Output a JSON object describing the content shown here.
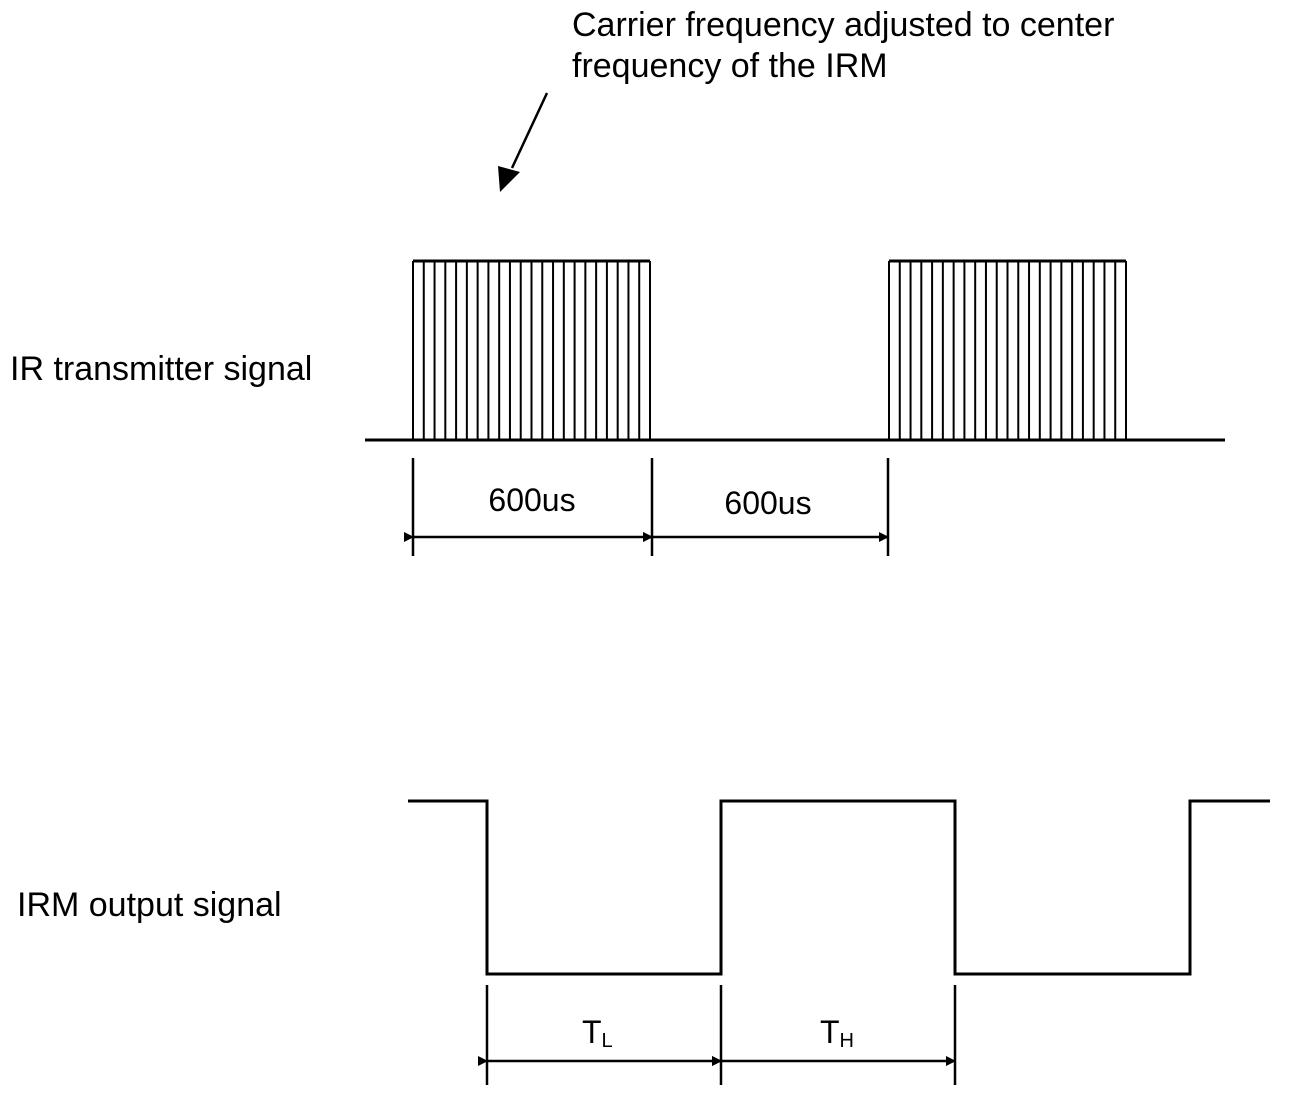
{
  "annotation": {
    "line1": "Carrier frequency adjusted to center",
    "line2": "frequency of the IRM"
  },
  "transmitter": {
    "label": "IR transmitter signal",
    "burst_duration": "600us",
    "gap_duration": "600us"
  },
  "output": {
    "label": "IRM output signal",
    "low_time": {
      "symbol": "T",
      "subscript": "L"
    },
    "high_time": {
      "symbol": "T",
      "subscript": "H"
    }
  },
  "colors": {
    "stroke": "#000000",
    "background": "#ffffff"
  }
}
